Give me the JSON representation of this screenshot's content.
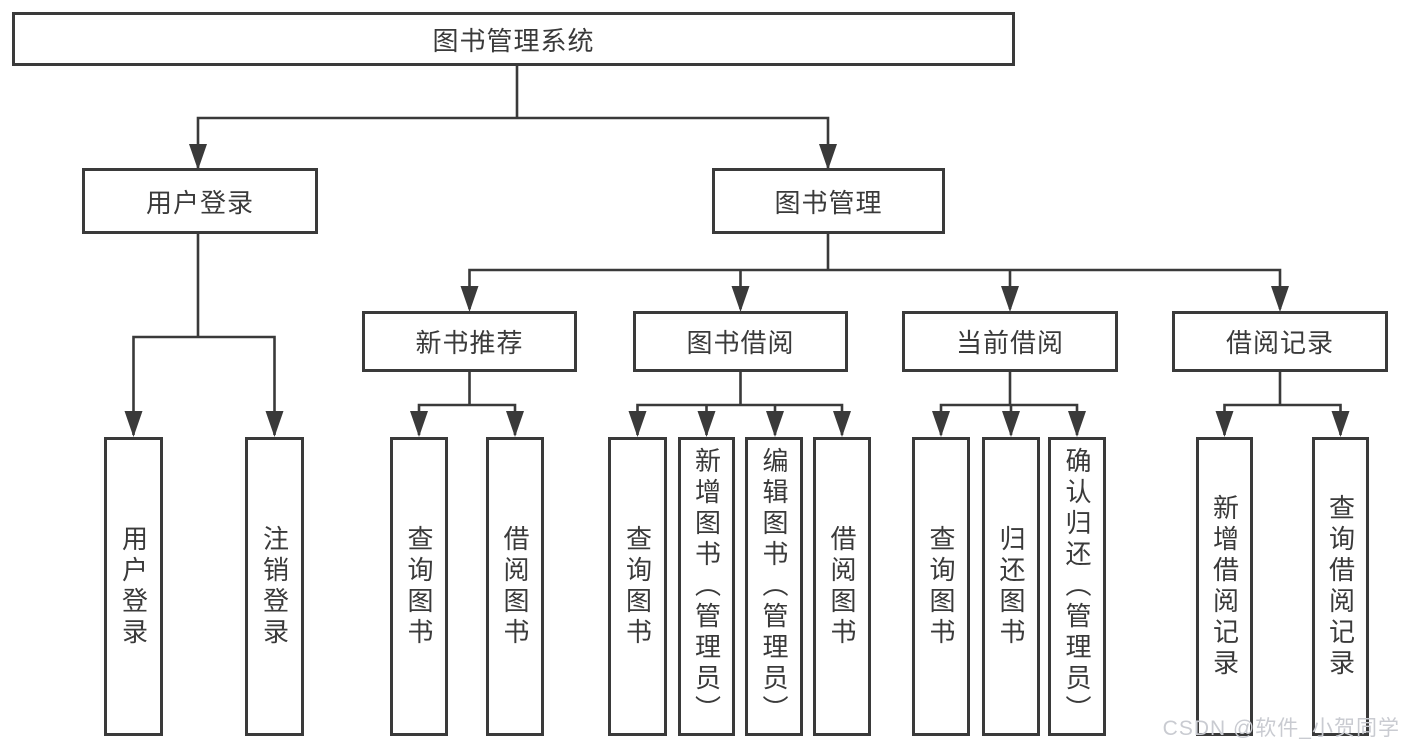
{
  "colors": {
    "line": "#3a3a3a",
    "text": "#3a3a3a",
    "watermark": "#c9cbd1",
    "background": "#ffffff"
  },
  "root": {
    "label": "图书管理系统"
  },
  "branches": {
    "user_login": {
      "label": "用户登录",
      "children": [
        {
          "label": "用户登录"
        },
        {
          "label": "注销登录"
        }
      ]
    },
    "book_mgmt": {
      "label": "图书管理",
      "sections": {
        "new_book": {
          "label": "新书推荐",
          "children": [
            {
              "label": "查询图书"
            },
            {
              "label": "借阅图书"
            }
          ]
        },
        "book_borrow": {
          "label": "图书借阅",
          "children": [
            {
              "label": "查询图书"
            },
            {
              "label": "新增图书（管理员）"
            },
            {
              "label": "编辑图书（管理员）"
            },
            {
              "label": "借阅图书"
            }
          ]
        },
        "current_borrow": {
          "label": "当前借阅",
          "children": [
            {
              "label": "查询图书"
            },
            {
              "label": "归还图书"
            },
            {
              "label": "确认归还（管理员）"
            }
          ]
        },
        "borrow_records": {
          "label": "借阅记录",
          "children": [
            {
              "label": "新增借阅记录"
            },
            {
              "label": "查询借阅记录"
            }
          ]
        }
      }
    }
  },
  "watermark": "CSDN @软件_小贺同学"
}
